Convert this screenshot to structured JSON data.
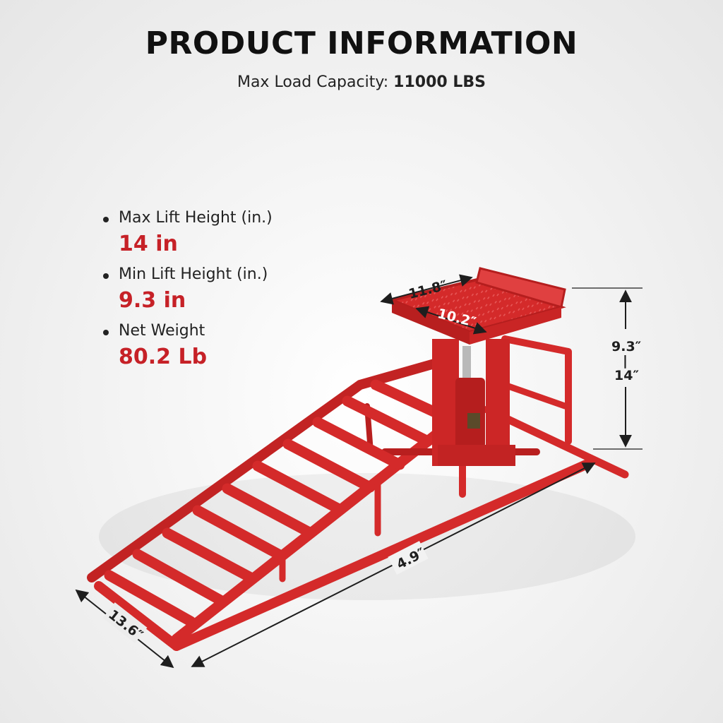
{
  "header": {
    "title": "PRODUCT INFORMATION",
    "capacity_label": "Max Load Capacity:",
    "capacity_value": "11000 LBS"
  },
  "specs": [
    {
      "label": "Max Lift Height (in.)",
      "value": "14 in"
    },
    {
      "label": "Min Lift Height (in.)",
      "value": "9.3 in"
    },
    {
      "label": "Net Weight",
      "value": "80.2 Lb"
    }
  ],
  "dimensions": {
    "platform_length": "11.8″",
    "platform_width": "10.2″",
    "height_min": "9.3″",
    "height_separator": "|",
    "height_max": "14″",
    "ramp_length": "4.9″",
    "ramp_width": "13.6″"
  },
  "colors": {
    "product_red": "#d42a2a",
    "accent_red": "#c62127",
    "text_dark": "#1a1a1a"
  }
}
